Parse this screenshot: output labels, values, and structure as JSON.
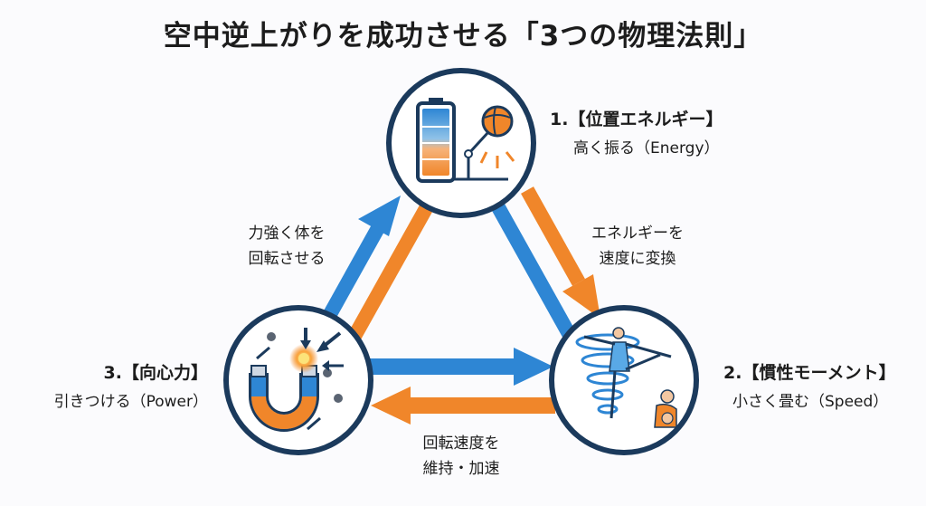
{
  "title": "空中逆上がりを成功させる「3つの物理法則」",
  "nodes": [
    {
      "id": "energy",
      "icon": "battery-pendulum-icon",
      "heading": "1.【位置エネルギー】",
      "desc": "高く振る（Energy）"
    },
    {
      "id": "inertia",
      "icon": "spinning-skater-icon",
      "heading": "2.【慣性モーメント】",
      "desc": "小さく畳む（Speed）"
    },
    {
      "id": "centripetal",
      "icon": "magnet-icon",
      "heading": "3.【向心力】",
      "desc": "引きつける（Power）"
    }
  ],
  "edges": [
    {
      "from": "energy",
      "to": "inertia",
      "line1": "エネルギーを",
      "line2": "速度に変換"
    },
    {
      "from": "inertia",
      "to": "centripetal",
      "line1": "回転速度を",
      "line2": "維持・加速"
    },
    {
      "from": "centripetal",
      "to": "energy",
      "line1": "力強く体を",
      "line2": "回転させる"
    }
  ],
  "colors": {
    "blue": "#2e86d4",
    "orange": "#f0862a",
    "navy": "#1b3a5c",
    "background": "#fbfbfd"
  }
}
